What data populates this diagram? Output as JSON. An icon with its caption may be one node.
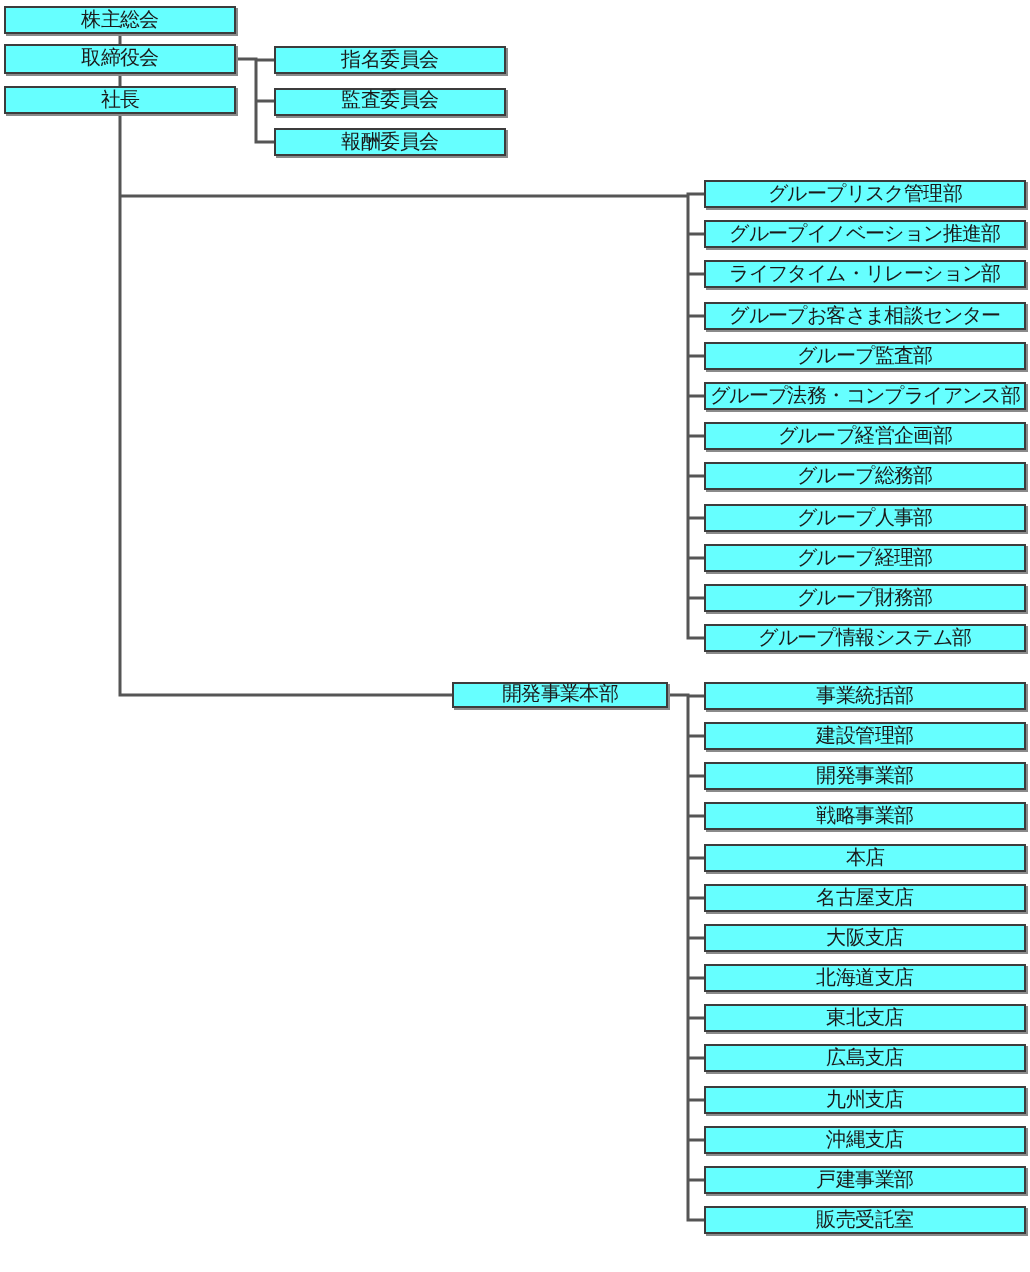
{
  "diagram": {
    "nodes": [
      {
        "text": [
          "株主総会"
        ]
      },
      {
        "text": [
          "取締役会"
        ]
      },
      {
        "text": [
          "指名委員会"
        ]
      },
      {
        "text": [
          "監査委員会"
        ]
      },
      {
        "text": [
          "報酬委員会"
        ]
      },
      {
        "text": [
          "社長"
        ]
      },
      {
        "text": [
          "グループリスク管理部"
        ]
      },
      {
        "text": [
          "グループイノベーション推進部"
        ]
      },
      {
        "text": [
          "ライフタイム・リレーション部"
        ]
      },
      {
        "text": [
          "グループお客さま相談センター"
        ]
      },
      {
        "text": [
          "グループ監査部"
        ]
      },
      {
        "text": [
          "グループ法務・コンプライアンス部"
        ]
      },
      {
        "text": [
          "グループ経営企画部"
        ]
      },
      {
        "text": [
          "グループ総務部"
        ]
      },
      {
        "text": [
          "グループ人事部"
        ]
      },
      {
        "text": [
          "グループ経理部"
        ]
      },
      {
        "text": [
          "グループ財務部"
        ]
      },
      {
        "text": [
          "グループ情報システム部"
        ]
      },
      {
        "text": [
          "開発事業本部"
        ]
      },
      {
        "text": [
          "事業統括部"
        ]
      },
      {
        "text": [
          "建設管理部"
        ]
      },
      {
        "text": [
          "開発事業部"
        ]
      },
      {
        "text": [
          "戦略事業部"
        ]
      },
      {
        "text": [
          "本店"
        ]
      },
      {
        "text": [
          "名古屋支店"
        ]
      },
      {
        "text": [
          "大阪支店"
        ]
      },
      {
        "text": [
          "北海道支店"
        ]
      },
      {
        "text": [
          "東北支店"
        ]
      },
      {
        "text": [
          "広島支店"
        ]
      },
      {
        "text": [
          "九州支店"
        ]
      },
      {
        "text": [
          "沖縄支店"
        ]
      },
      {
        "text": [
          "戸建事業部"
        ]
      },
      {
        "text": [
          "販売受託室"
        ]
      }
    ],
    "edges": [
      {
        "from": 0,
        "to": 1,
        "arrow": "none"
      },
      {
        "from": 1,
        "to": 5,
        "arrow": "none"
      },
      {
        "from": 1,
        "to": 2,
        "arrow": "none"
      },
      {
        "from": 1,
        "to": 3,
        "arrow": "none"
      },
      {
        "from": 1,
        "to": 4,
        "arrow": "none"
      },
      {
        "from": 5,
        "to": 6,
        "arrow": "none"
      },
      {
        "from": 5,
        "to": 7,
        "arrow": "none"
      },
      {
        "from": 5,
        "to": 8,
        "arrow": "none"
      },
      {
        "from": 5,
        "to": 9,
        "arrow": "none"
      },
      {
        "from": 5,
        "to": 10,
        "arrow": "none"
      },
      {
        "from": 5,
        "to": 11,
        "arrow": "none"
      },
      {
        "from": 5,
        "to": 12,
        "arrow": "none"
      },
      {
        "from": 5,
        "to": 13,
        "arrow": "none"
      },
      {
        "from": 5,
        "to": 14,
        "arrow": "none"
      },
      {
        "from": 5,
        "to": 15,
        "arrow": "none"
      },
      {
        "from": 5,
        "to": 16,
        "arrow": "none"
      },
      {
        "from": 5,
        "to": 17,
        "arrow": "none"
      },
      {
        "from": 5,
        "to": 18,
        "arrow": "none"
      },
      {
        "from": 18,
        "to": 19,
        "arrow": "none"
      },
      {
        "from": 18,
        "to": 20,
        "arrow": "none"
      },
      {
        "from": 18,
        "to": 21,
        "arrow": "none"
      },
      {
        "from": 18,
        "to": 22,
        "arrow": "none"
      },
      {
        "from": 18,
        "to": 23,
        "arrow": "none"
      },
      {
        "from": 18,
        "to": 24,
        "arrow": "none"
      },
      {
        "from": 18,
        "to": 25,
        "arrow": "none"
      },
      {
        "from": 18,
        "to": 26,
        "arrow": "none"
      },
      {
        "from": 18,
        "to": 27,
        "arrow": "none"
      },
      {
        "from": 18,
        "to": 28,
        "arrow": "none"
      },
      {
        "from": 18,
        "to": 29,
        "arrow": "none"
      },
      {
        "from": 18,
        "to": 30,
        "arrow": "none"
      },
      {
        "from": 18,
        "to": 31,
        "arrow": "none"
      },
      {
        "from": 18,
        "to": 32,
        "arrow": "none"
      }
    ]
  }
}
